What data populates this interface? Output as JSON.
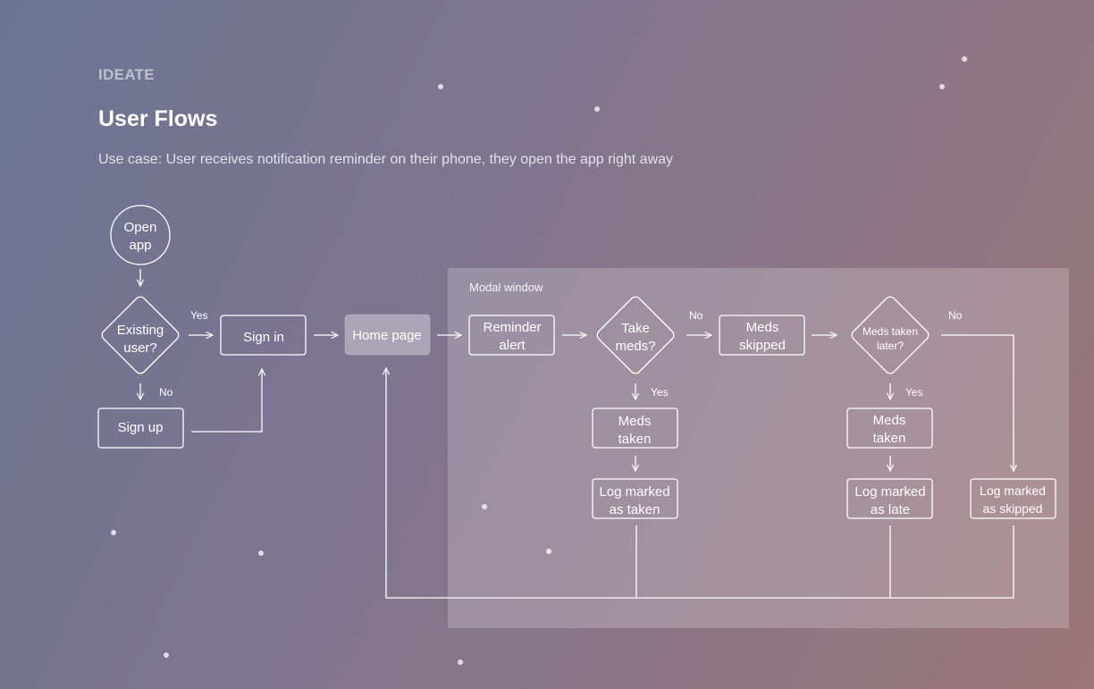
{
  "header": {
    "eyebrow": "IDEATE",
    "title": "User Flows",
    "subtitle": "Use case: User receives notification reminder on their phone, they open the app right away"
  },
  "modal": {
    "label": "Modal window"
  },
  "nodes": {
    "open_app": [
      "Open",
      "app"
    ],
    "existing_user": [
      "Existing",
      "user?"
    ],
    "sign_in": [
      "Sign in"
    ],
    "sign_up": [
      "Sign up"
    ],
    "home_page": [
      "Home page"
    ],
    "reminder_alert": [
      "Reminder",
      "alert"
    ],
    "take_meds": [
      "Take",
      "meds?"
    ],
    "meds_skipped": [
      "Meds",
      "skipped"
    ],
    "meds_taken_later": [
      "Meds taken",
      "later?"
    ],
    "meds_taken_1": [
      "Meds",
      "taken"
    ],
    "log_taken": [
      "Log marked",
      "as taken"
    ],
    "meds_taken_2": [
      "Meds",
      "taken"
    ],
    "log_late": [
      "Log marked",
      "as late"
    ],
    "log_skipped": [
      "Log marked",
      "as skipped"
    ]
  },
  "edge_labels": {
    "existing_yes": "Yes",
    "existing_no": "No",
    "take_yes": "Yes",
    "take_no": "No",
    "later_yes": "Yes",
    "later_no": "No"
  },
  "colors": {
    "bg_start": "#6c7392",
    "bg_end": "#9a7579",
    "stroke": "#ffffff"
  }
}
